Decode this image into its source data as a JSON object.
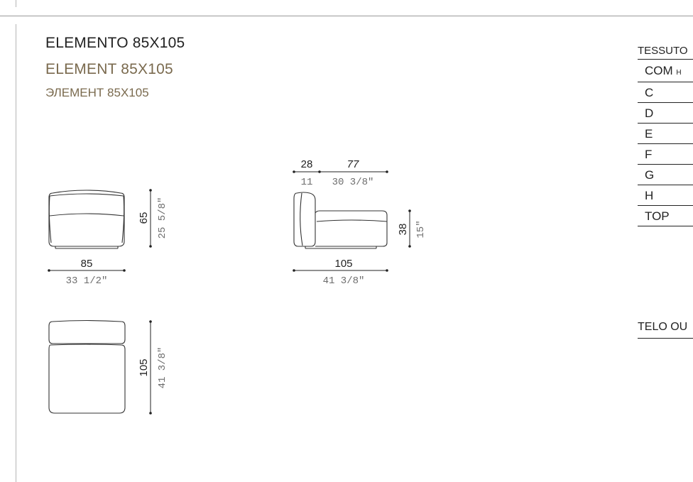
{
  "titles": {
    "it": "ELEMENTO 85X105",
    "en": "ELEMENT 85X105",
    "ru": "ЭЛЕМЕНТ 85X105"
  },
  "front_view": {
    "width_cm": "85",
    "width_in": "33 1/2″",
    "height_cm": "65",
    "height_in": "25 5/8″"
  },
  "side_view": {
    "back_depth_cm": "28",
    "back_depth_in": "11",
    "seat_depth_cm": "77",
    "seat_depth_in": "30 3/8″",
    "seat_height_cm": "38",
    "seat_height_in": "15″",
    "total_depth_cm": "105",
    "total_depth_in": "41 3/8″"
  },
  "top_view": {
    "depth_cm": "105",
    "depth_in": "41 3/8″"
  },
  "fabric_table": {
    "title": "TESSUTO",
    "rows": [
      "COM",
      "C",
      "D",
      "E",
      "F",
      "G",
      "H",
      "TOP"
    ],
    "com_suffix": "H"
  },
  "telo": "TELO OU"
}
